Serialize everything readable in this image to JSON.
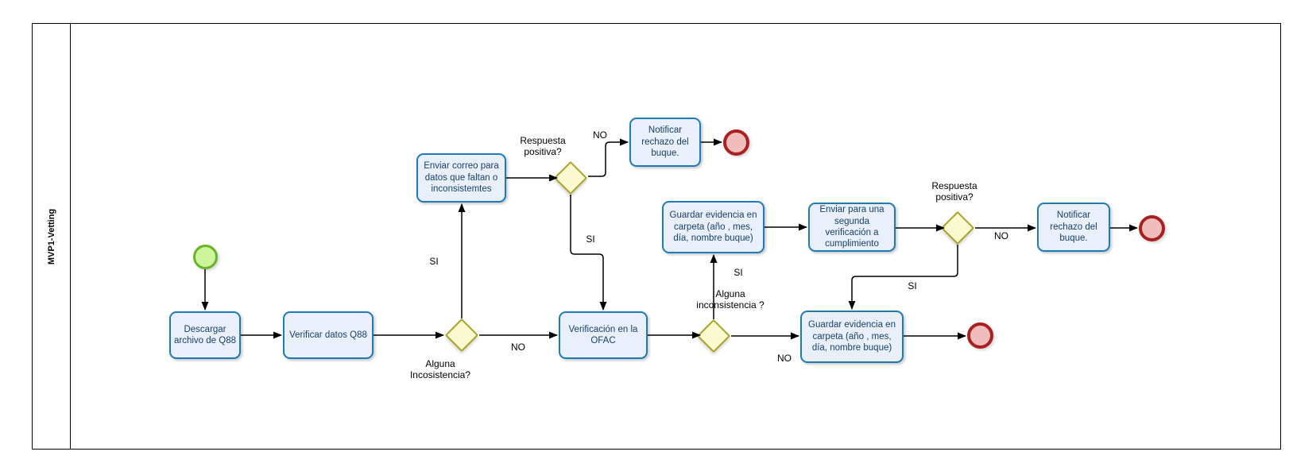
{
  "diagram": {
    "lane_label": "MVP1-Vetting",
    "tasks": {
      "descargar": "Descargar archivo de Q88",
      "verificar": "Verificar datos Q88",
      "enviar_correo": "Enviar correo para datos que faltan o inconsistemtes",
      "notificar_rechazo_1": "Notificar rechazo del buque.",
      "verificacion_ofac": "Verificación en la OFAC",
      "guardar_evidencia_1": "Guardar evidencia en carpeta (año , mes, día, nombre buque)",
      "enviar_segunda": "Enviar para una segunda verificación a cumplimiento",
      "notificar_rechazo_2": "Notificar rechazo del buque.",
      "guardar_evidencia_2": "Guardar evidencia en carpeta (año , mes, día, nombre buque)"
    },
    "gateway_labels": {
      "g1": "Alguna\nIncosistencia?",
      "g2": "Respuesta\npositiva?",
      "g3": "Alguna\ninconsistencia ?",
      "g4": "Respuesta\npositiva?"
    },
    "branch_labels": {
      "si": "SI",
      "no": "NO"
    },
    "colors": {
      "task_fill": "#e9f0fb",
      "task_border": "#1f7ab8",
      "task_text": "#17406b",
      "gateway_fill": "#fbf9cf",
      "gateway_border": "#a9a329",
      "start_fill": "#cdf59c",
      "start_border": "#67b427",
      "end_fill": "#f1bcbc",
      "end_border": "#a92020",
      "connector": "#000000"
    }
  }
}
